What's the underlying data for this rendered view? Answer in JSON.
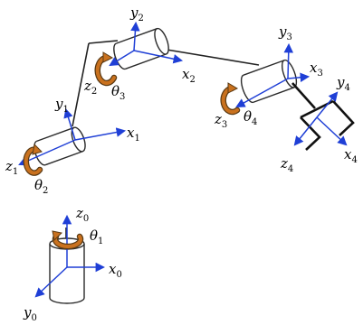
{
  "labels": {
    "x0": {
      "main": "x",
      "sub": "0"
    },
    "y0": {
      "main": "y",
      "sub": "0"
    },
    "z0": {
      "main": "z",
      "sub": "0"
    },
    "theta1": {
      "main": "θ",
      "sub": "1"
    },
    "x1": {
      "main": "x",
      "sub": "1"
    },
    "y1": {
      "main": "y",
      "sub": "1"
    },
    "z1": {
      "main": "z",
      "sub": "1"
    },
    "theta2": {
      "main": "θ",
      "sub": "2"
    },
    "x2": {
      "main": "x",
      "sub": "2"
    },
    "y2": {
      "main": "y",
      "sub": "2"
    },
    "z2": {
      "main": "z",
      "sub": "2"
    },
    "theta3": {
      "main": "θ",
      "sub": "3"
    },
    "x3": {
      "main": "x",
      "sub": "3"
    },
    "y3": {
      "main": "y",
      "sub": "3"
    },
    "z3": {
      "main": "z",
      "sub": "3"
    },
    "theta4": {
      "main": "θ",
      "sub": "4"
    },
    "x4": {
      "main": "x",
      "sub": "4"
    },
    "y4": {
      "main": "y",
      "sub": "4"
    },
    "z4": {
      "main": "z",
      "sub": "4"
    }
  },
  "colors": {
    "axis": "#1f3fd6",
    "rotation_arrow": "#c9711e",
    "link": "#222222",
    "background": "#ffffff"
  }
}
